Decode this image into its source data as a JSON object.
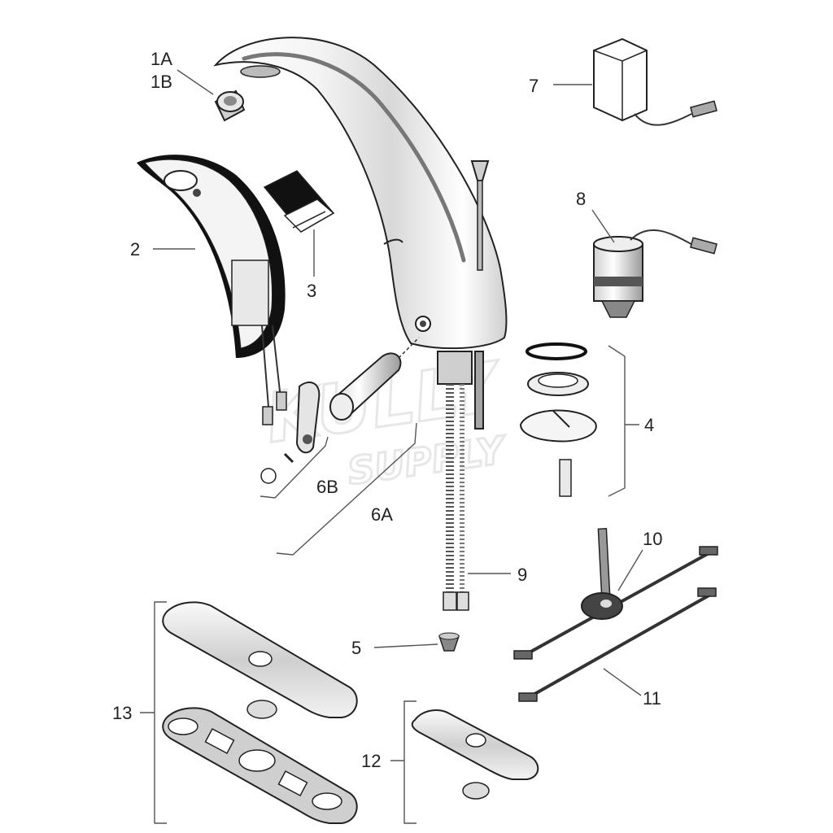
{
  "watermark": {
    "line1": "KULLY",
    "line2": "SUPPLY"
  },
  "callouts": {
    "c1a": "1A",
    "c1b": "1B",
    "c2": "2",
    "c3": "3",
    "c4": "4",
    "c5": "5",
    "c6a": "6A",
    "c6b": "6B",
    "c7": "7",
    "c8": "8",
    "c9": "9",
    "c10": "10",
    "c11": "11",
    "c12": "12",
    "c13": "13"
  },
  "colors": {
    "ink": "#222222",
    "gray": "#8a8a8a",
    "dark": "#111111",
    "light": "#eeeeee"
  }
}
